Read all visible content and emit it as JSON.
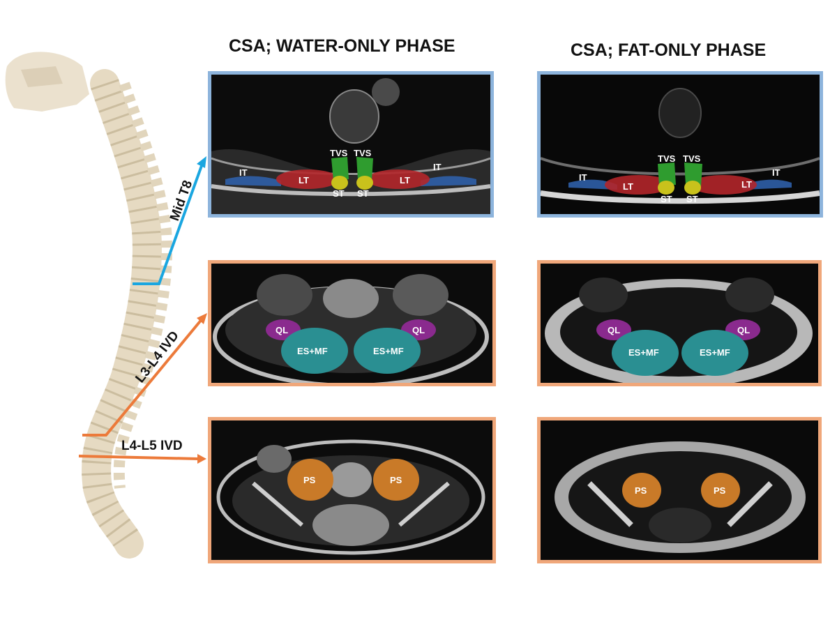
{
  "titles": {
    "water": "CSA; WATER-ONLY PHASE",
    "fat": "CSA; FAT-ONLY PHASE"
  },
  "levels": {
    "t8": "Mid T8",
    "l3l4": "L3-L4 IVD",
    "l4l5": "L4-L5 IVD"
  },
  "muscles": {
    "it": "IT",
    "lt": "LT",
    "tvs": "TVS",
    "st": "ST",
    "ql": "QL",
    "esmf": "ES+MF",
    "ps": "PS"
  },
  "colors": {
    "t8_frame": "#8db4dc",
    "lumbar_frame": "#f0a77a",
    "arrow_t8": "#1aa6e0",
    "arrow_lumbar": "#ec7a3a",
    "it": "#2f5fa8",
    "lt": "#b3262a",
    "tvs": "#2f9c2f",
    "st": "#c9c21c",
    "ql": "#8a2a8e",
    "esmf": "#2a8f92",
    "ps": "#c97a28"
  }
}
